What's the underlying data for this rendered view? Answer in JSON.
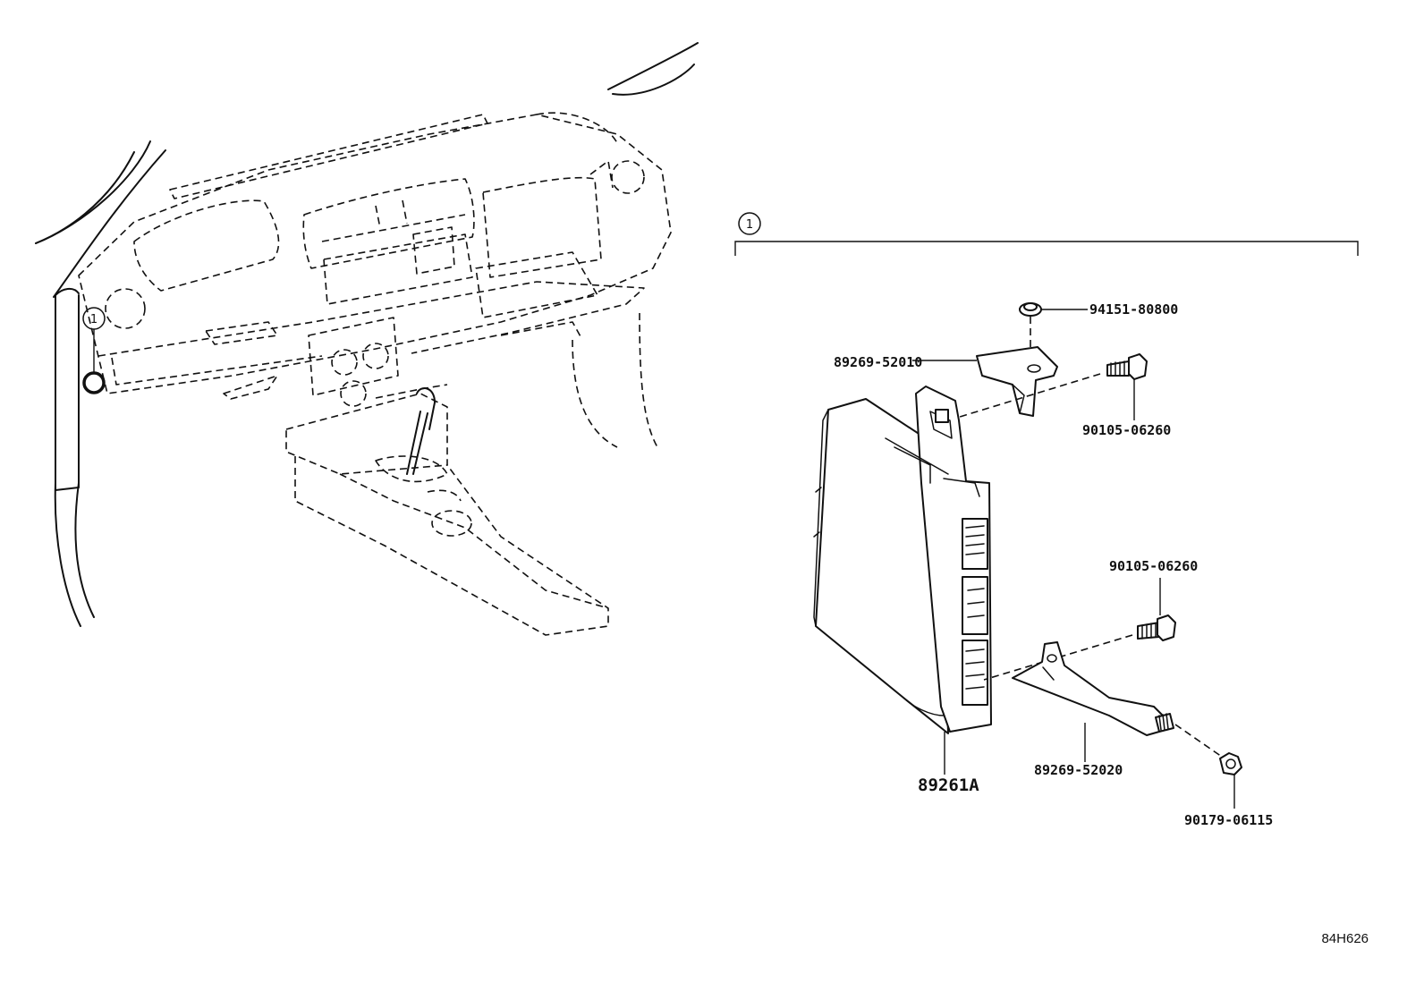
{
  "callout_ref": "1",
  "parts": {
    "clip_top": "94151-80800",
    "bracket_upper": "89269-52010",
    "bolt_upper": "90105-06260",
    "ecu": "89261A",
    "bolt_lower": "90105-06260",
    "bracket_lower": "89269-52020",
    "nut_lower": "90179-06115"
  },
  "diagram_code": "84H626"
}
